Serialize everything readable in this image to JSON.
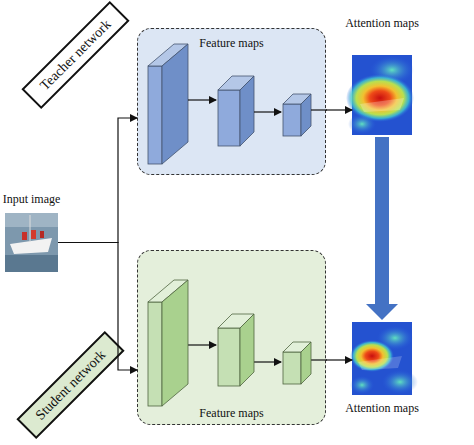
{
  "diagram": {
    "nodes": [
      {
        "text": [
          "Teacher network"
        ]
      },
      {
        "text": [
          "Feature maps"
        ]
      },
      {
        "text": [
          "Attention maps"
        ]
      },
      {
        "text": [
          "Input image"
        ]
      },
      {
        "text": [
          "Student network"
        ]
      },
      {
        "text": [
          "Feature maps"
        ]
      },
      {
        "text": [
          "Attention maps"
        ]
      }
    ],
    "edges": [
      {
        "from": 3,
        "to": 1,
        "arrow": "to"
      },
      {
        "from": 3,
        "to": 5,
        "arrow": "to"
      },
      {
        "from": 1,
        "to": 2,
        "arrow": "to"
      },
      {
        "from": 5,
        "to": 6,
        "arrow": "to"
      },
      {
        "from": 2,
        "to": 6,
        "arrow": "to"
      }
    ]
  }
}
